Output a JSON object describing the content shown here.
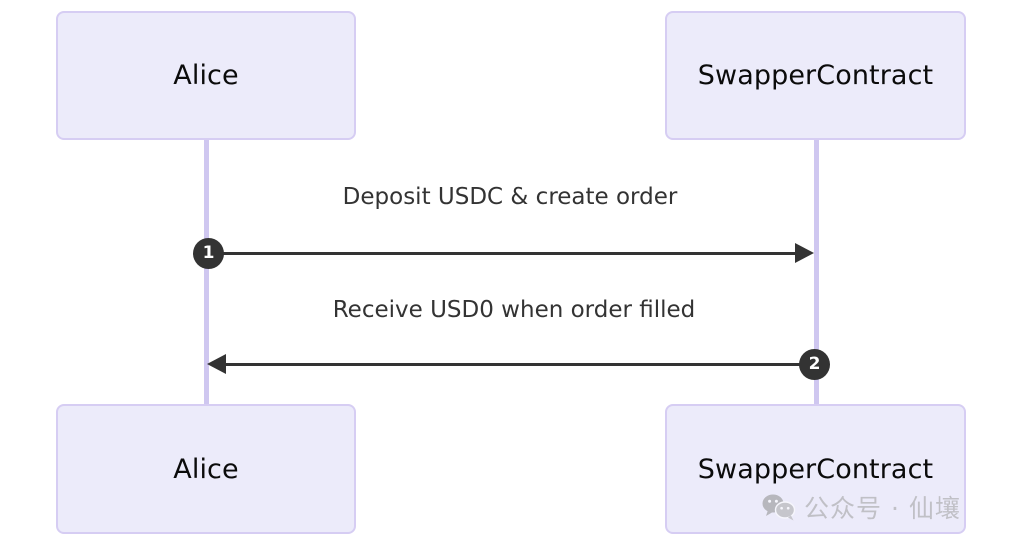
{
  "diagram": {
    "type": "sequence-diagram",
    "participants": [
      {
        "id": "alice",
        "name": "Alice"
      },
      {
        "id": "swapper",
        "name": "SwapperContract"
      }
    ],
    "messages": [
      {
        "number": "1",
        "label": "Deposit USDC & create order",
        "from": "alice",
        "to": "swapper",
        "direction": "right"
      },
      {
        "number": "2",
        "label": "Receive USD0 when order filled",
        "from": "swapper",
        "to": "alice",
        "direction": "left"
      }
    ],
    "colors": {
      "box_fill": "#ecebfa",
      "box_border": "#d6cdf3",
      "lifeline": "#cfc7f0",
      "arrow": "#333333",
      "badge_fill": "#333333",
      "badge_text": "#ffffff",
      "actor_text": "#0b0b0b",
      "message_text": "#333333",
      "background": "#ffffff"
    }
  },
  "watermark": {
    "text": "公众号 · 仙壤",
    "icon": "wechat-icon"
  }
}
